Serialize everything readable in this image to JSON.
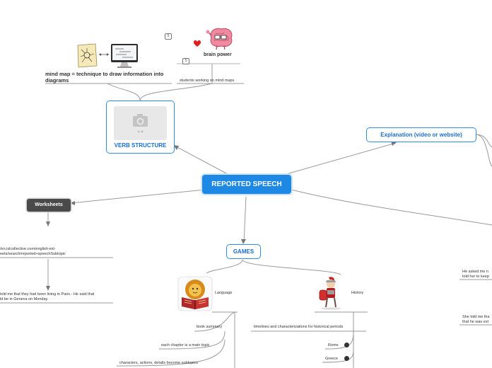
{
  "central": {
    "label": "REPORTED SPEECH"
  },
  "verb_structure": {
    "label": "VERB STRUCTURE"
  },
  "mind_map_note": {
    "label": "mind map = technique to draw information into diagrams"
  },
  "brain_power": {
    "label": "brain power",
    "badge": "5"
  },
  "students_note": {
    "label": "students working on mind maps",
    "badge": "5"
  },
  "explanation": {
    "label": "Explanation (video or website)"
  },
  "worksheets": {
    "label": "Worksheets",
    "link_line1": "/en.islcollective.com/english-esl-",
    "link_line2": "eets/search/reported+speechSubtopic",
    "example_line1": "told me that they had been living in Paris.- He said that",
    "example_line2": "ld be in Geneva on Monday."
  },
  "right_notes": {
    "note1_line1": "He asked me n",
    "note1_line2": "told her to keep",
    "note2_line1": "She told me tha",
    "note2_line2": "that he was ext"
  },
  "games": {
    "label": "GAMES",
    "language": {
      "label": "Language",
      "items": [
        "book summary",
        "each chapter is a main topic",
        "characters, actions, details become subtopics"
      ]
    },
    "history": {
      "label": "History",
      "note": "timelines and characterizations for historical periods",
      "items": [
        "Rome",
        "Greece"
      ]
    }
  },
  "colors": {
    "central": "#1e88e5",
    "outline": "#2f8de4",
    "dark": "#4a4a4a",
    "line": "#9a9a9a"
  },
  "icons": [
    "image-placeholder-icon",
    "heart-icon",
    "brain-icon",
    "mindmap-sketch-icon",
    "monitor-icon",
    "book-lion-icon",
    "roman-soldier-icon",
    "globe-icon",
    "comment-count-icon"
  ]
}
